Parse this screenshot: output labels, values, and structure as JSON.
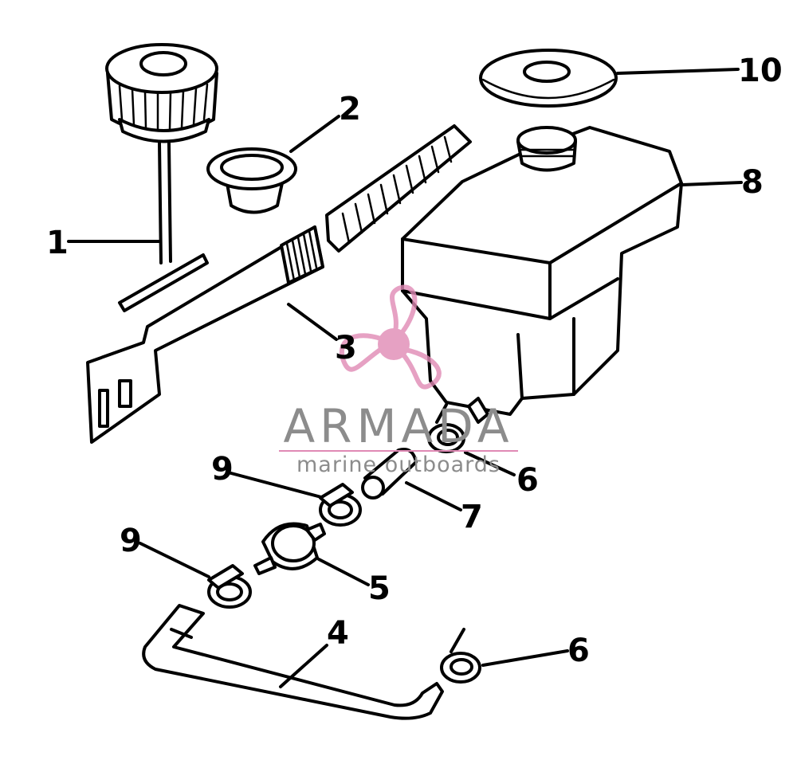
{
  "watermark": {
    "brand": "ARMADA",
    "tagline": "marine outboards",
    "brand_color": "#8c8c8c",
    "logo_color": "#e08ab5"
  },
  "callouts": {
    "c1": "1",
    "c2": "2",
    "c3": "3",
    "c4": "4",
    "c5": "5",
    "c6a": "6",
    "c6b": "6",
    "c7": "7",
    "c8": "8",
    "c9a": "9",
    "c9b": "9",
    "c10": "10"
  }
}
